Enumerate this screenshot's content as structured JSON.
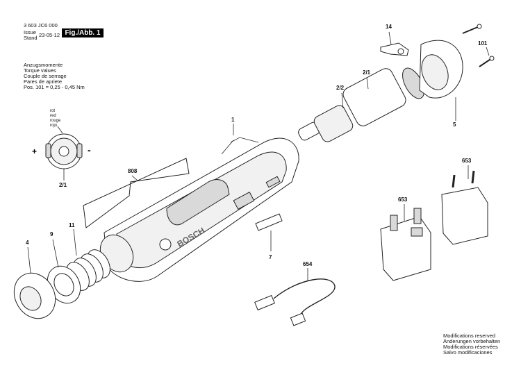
{
  "header": {
    "doc_number": "3 603 JC6 000",
    "issue_label": "Issue",
    "stand_label": "Stand",
    "date": "23-05-12",
    "fig_label": "Fig./Abb. 1"
  },
  "torque_note": {
    "lines": [
      "Anzugsmomente",
      "Torque values",
      "Couple de serrage",
      "Pares de apriete",
      "Pos. 101 = 0,25 - 0,45 Nm"
    ]
  },
  "color_note": {
    "lines": [
      "rot",
      "red",
      "rouge",
      "rojo"
    ]
  },
  "polarity": {
    "plus": "+",
    "minus": "-"
  },
  "part_labels": {
    "p1": "1",
    "p2_1_top": "2/1",
    "p2_1_left": "2/1",
    "p2_2": "2/2",
    "p4": "4",
    "p5": "5",
    "p7": "7",
    "p9": "9",
    "p11": "11",
    "p14": "14",
    "p101": "101",
    "p653a": "653",
    "p653b": "653",
    "p654": "654",
    "p808": "808"
  },
  "brand_mark": "BOSCH",
  "footer": {
    "lines": [
      "Modifications reserved",
      "Änderungen vorbehalten",
      "Modifications réservées",
      "Salvo modificaciones"
    ]
  }
}
